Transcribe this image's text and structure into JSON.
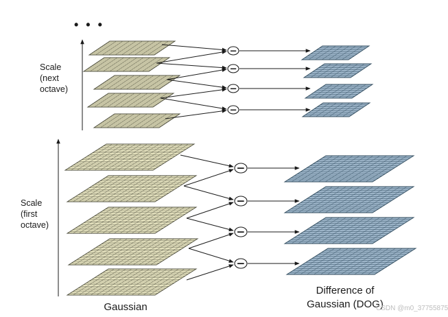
{
  "labels": {
    "ellipsis": "• • •",
    "scale_next_octave": "Scale\n(next\noctave)",
    "scale_first_octave": "Scale\n(first\noctave)",
    "gaussian": "Gaussian",
    "dog": "Difference of\nGaussian (DOG)"
  },
  "operator_symbol": "−",
  "watermark": "CSDN @m0_37755875",
  "colors": {
    "gaussian_fill": "#ebe8c4",
    "gaussian_grid": "#4a4a3a",
    "dog_fill": "#9db5c9",
    "dog_grid": "#2f4a5c",
    "arrow": "#1a1a1a"
  }
}
